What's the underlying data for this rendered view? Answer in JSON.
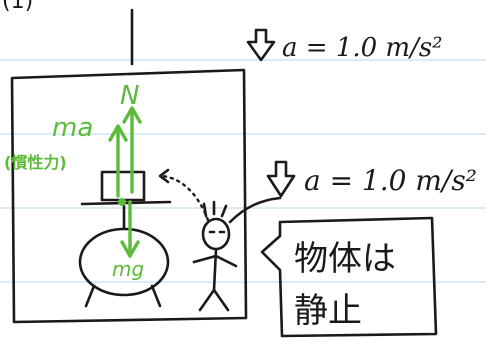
{
  "labels": {
    "problem_number": "(1)",
    "accel_elevator": "a = 1.0 m/s²",
    "accel_person": "a = 1.0 m/s²",
    "normal_force": "N",
    "inertial_force": "ma",
    "inertial_note": "(慣性力)",
    "gravity": "mg",
    "speech_line1": "物体は",
    "speech_line2": "静止"
  },
  "colors": {
    "ink": "#1a1a1a",
    "force_arrow": "#5dbb3a",
    "ruled_line": "#cfe6f7",
    "background": "#ffffff"
  }
}
